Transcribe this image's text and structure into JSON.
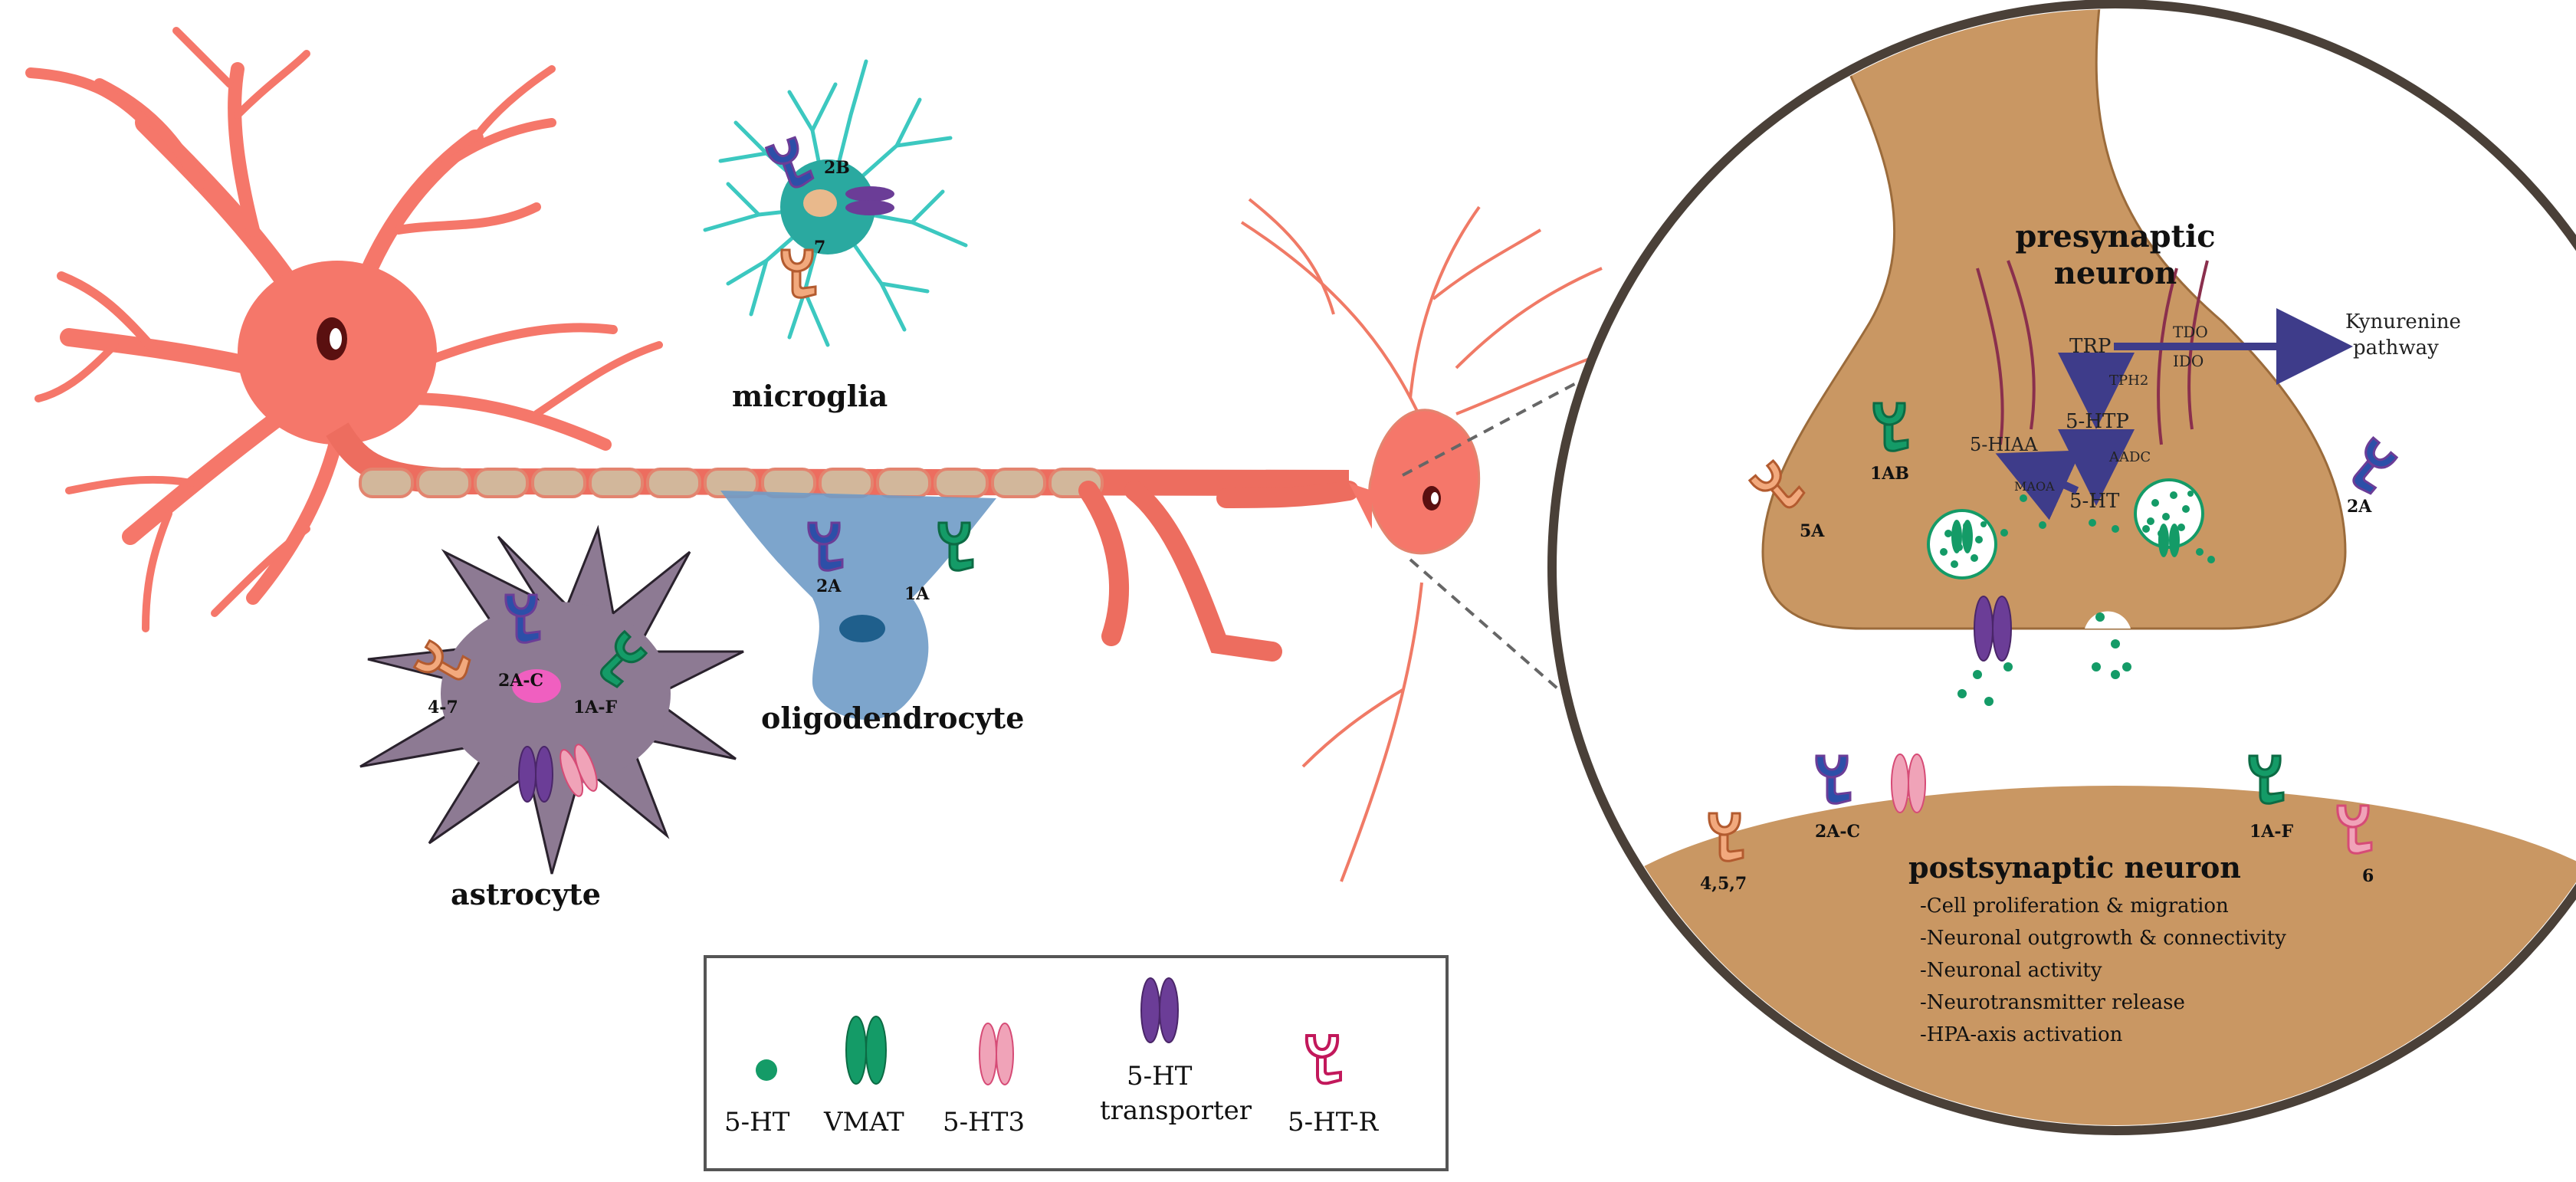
{
  "cells": {
    "microglia": {
      "label": "microglia",
      "receptors": [
        "2B",
        "7"
      ]
    },
    "oligodendrocyte": {
      "label": "oligodendrocyte",
      "receptors": [
        "2A",
        "1A"
      ]
    },
    "astrocyte": {
      "label": "astrocyte",
      "receptors": [
        "2A-C",
        "4-7",
        "1A-F"
      ]
    }
  },
  "synapse": {
    "presynaptic": {
      "title_line1": "presynaptic",
      "title_line2": "neuron",
      "receptors": [
        "1AB",
        "5A",
        "2A"
      ],
      "pathway": {
        "trp": "TRP",
        "tph2": "TPH2",
        "htp": "5-HTP",
        "aadc": "AADC",
        "hiaa": "5-HIAA",
        "maoa": "MAOA",
        "ht": "5-HT",
        "tdo": "TDO",
        "ido": "IDO",
        "kynurenine_line1": "Kynurenine",
        "kynurenine_line2": "pathway"
      }
    },
    "postsynaptic": {
      "title": "postsynaptic neuron",
      "receptors": [
        "2A-C",
        "1A-F",
        "4,5,7",
        "6"
      ],
      "effects": [
        "-Cell proliferation & migration",
        "-Neuronal outgrowth & connectivity",
        "-Neuronal activity",
        "-Neurotransmitter release",
        "-HPA-axis activation"
      ]
    }
  },
  "legend": [
    {
      "label_line1": "5-HT",
      "label_line2": "",
      "icon": "dot"
    },
    {
      "label_line1": "VMAT",
      "label_line2": "",
      "icon": "green-channel"
    },
    {
      "label_line1": "5-HT3",
      "label_line2": "",
      "icon": "pink-channel"
    },
    {
      "label_line1": "5-HT",
      "label_line2": "transporter",
      "icon": "purple-channel"
    },
    {
      "label_line1": "5-HT-R",
      "label_line2": "",
      "icon": "receptor-outline"
    }
  ],
  "colors": {
    "neuron": "#f5776a",
    "axon": "#ed6d5f",
    "myelin": "#d2b79b",
    "microglia_cell": "#2aa9a0",
    "microglia_process": "#3cc8c0",
    "oligodendrocyte": "#6f9bc6",
    "astrocyte": "#8d7a93",
    "synapse_fill": "#c99763",
    "green": "#149b67",
    "purple": "#6b3d97",
    "pink": "#f0a3b8",
    "blue_receptor": "#2c4fa8",
    "orange_receptor": "#f2a97d",
    "arrow": "#3e3c8a"
  }
}
